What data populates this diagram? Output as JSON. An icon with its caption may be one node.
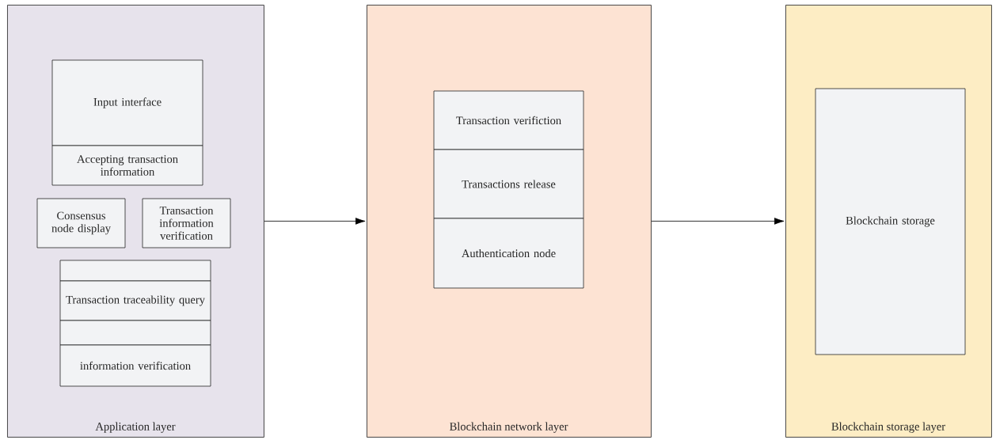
{
  "diagram": {
    "nodes": [
      {
        "text": [
          "Application layer"
        ]
      },
      {
        "text": [
          "Input interface"
        ],
        "in": 0
      },
      {
        "text": [
          "Accepting transaction information"
        ],
        "in": 0
      },
      {
        "text": [
          "Consensus node display"
        ],
        "in": 0
      },
      {
        "text": [
          "Transaction information verification"
        ],
        "in": 0
      },
      {
        "text": [],
        "shape": "box",
        "in": 0
      },
      {
        "text": [
          "Transaction traceability query"
        ],
        "in": 0
      },
      {
        "text": [],
        "shape": "box",
        "in": 0
      },
      {
        "text": [
          "information verification"
        ],
        "in": 0
      },
      {
        "text": [
          "Blockchain network layer"
        ]
      },
      {
        "text": [
          "Transaction verifiction"
        ],
        "in": 9
      },
      {
        "text": [
          "Transactions release"
        ],
        "in": 9
      },
      {
        "text": [
          "Authentication node"
        ],
        "in": 9
      },
      {
        "text": [
          "Blockchain storage layer"
        ]
      },
      {
        "text": [
          "Blockchain storage"
        ],
        "in": 13
      }
    ],
    "edges": [
      {
        "from": 0,
        "to": 9,
        "arrow": "to"
      },
      {
        "from": 9,
        "to": 13,
        "arrow": "to"
      }
    ]
  }
}
